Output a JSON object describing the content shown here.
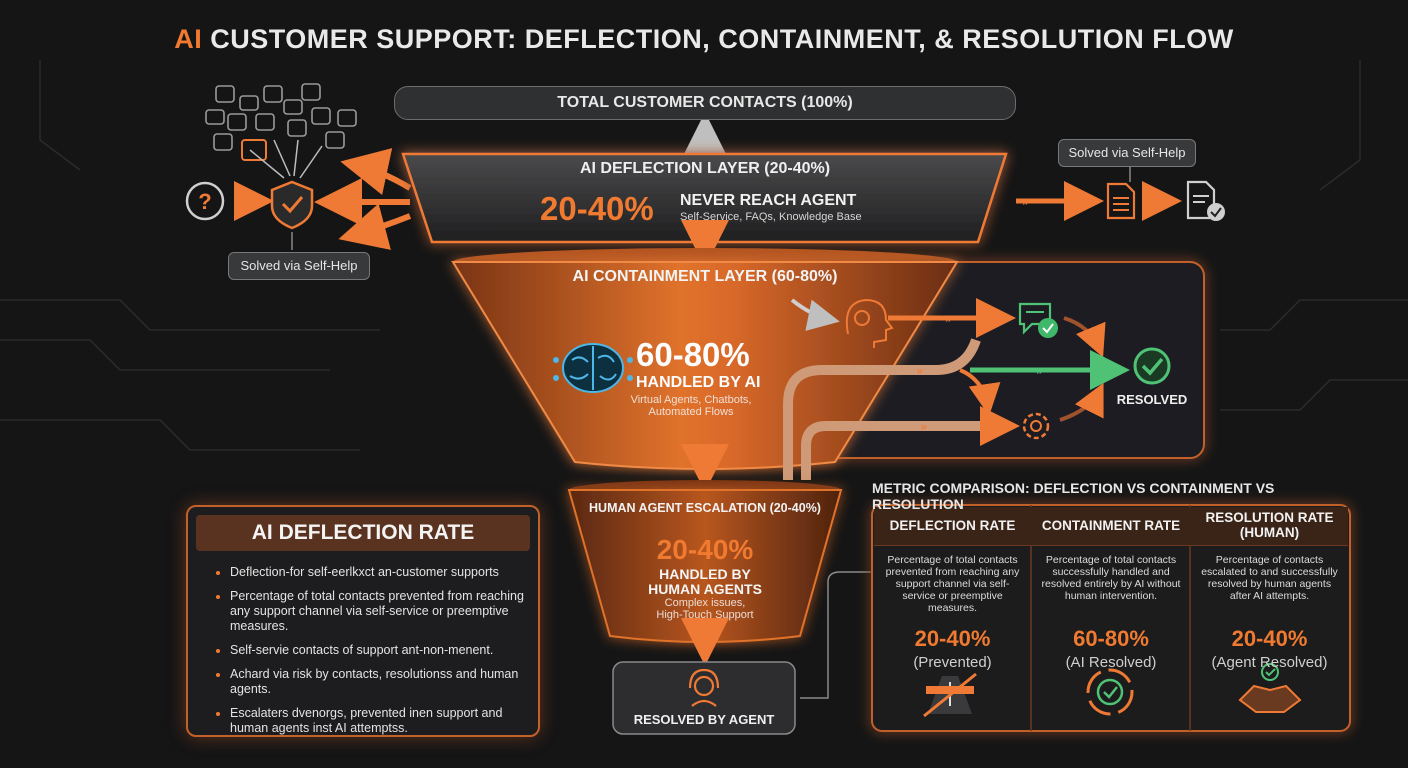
{
  "title_prefix": "AI",
  "title_rest": "CUSTOMER SUPPORT: DEFLECTION, CONTAINMENT, & RESOLUTION FLOW",
  "total_contacts": "TOTAL CUSTOMER CONTACTS (100%)",
  "deflection_layer": {
    "label": "AI DEFLECTION LAYER (20-40%)",
    "percent": "20-40%",
    "headline": "NEVER REACH AGENT",
    "sub": "Self-Service, FAQs, Knowledge Base"
  },
  "self_help_left": "Solved via Self-Help",
  "self_help_right": "Solved via Self-Help",
  "containment_layer": {
    "label": "AI CONTAINMENT LAYER (60-80%)",
    "percent": "60-80%",
    "headline": "HANDLED BY AI",
    "sub1": "Virtual Agents, Chatbots,",
    "sub2": "Automated Flows"
  },
  "resolved": "RESOLVED",
  "human_layer": {
    "label": "HUMAN AGENT ESCALATION (20-40%)",
    "percent": "20-40%",
    "headline1": "HANDLED BY",
    "headline2": "HUMAN AGENTS",
    "sub1": "Complex issues,",
    "sub2": "High-Touch Support"
  },
  "resolved_by_agent": "RESOLVED BY AGENT",
  "deflection_panel": {
    "title": "AI DEFLECTION RATE",
    "bullets": [
      "Deflection-for self-eerlkxct an-customer supports",
      "Percentage of total contacts prevented from reaching any support channel via self-service or preemptive measures.",
      "Self-servie contacts of support ant-non-menent.",
      "Achard via risk by contacts, resolutionss and human agents.",
      "Escalaters dvenorgs, prevented inen support and human agents inst AI attemptss."
    ]
  },
  "metric": {
    "title": "METRIC COMPARISON: DEFLECTION VS CONTAINMENT VS RESOLUTION",
    "columns": [
      {
        "head": "DEFLECTION RATE",
        "desc": "Percentage of total contacts prevented from reaching any support channel via self-service or preemptive measures.",
        "value": "20-40%",
        "sub": "(Prevented)"
      },
      {
        "head": "CONTAINMENT RATE",
        "desc": "Percentage of total contacts successfully handled and resolved entirely by AI without human intervention.",
        "value": "60-80%",
        "sub": "(AI Resolved)"
      },
      {
        "head": "RESOLUTION RATE (HUMAN)",
        "desc": "Percentage of contacts escalated to and successfully resolved by human agents after AI attempts.",
        "value": "20-40%",
        "sub": "(Agent Resolved)"
      }
    ]
  },
  "colors": {
    "accent": "#f07a30",
    "green": "#3fb86a",
    "panel_border": "#c2612a"
  },
  "icons": [
    "question-bubble-icon",
    "shield-check-icon",
    "document-icon",
    "document-check-icon",
    "head-gear-icon",
    "chat-check-icon",
    "gear-icon",
    "check-circle-icon",
    "brain-icon",
    "headset-agent-icon",
    "blocked-road-icon",
    "cycle-check-icon",
    "handshake-icon"
  ]
}
